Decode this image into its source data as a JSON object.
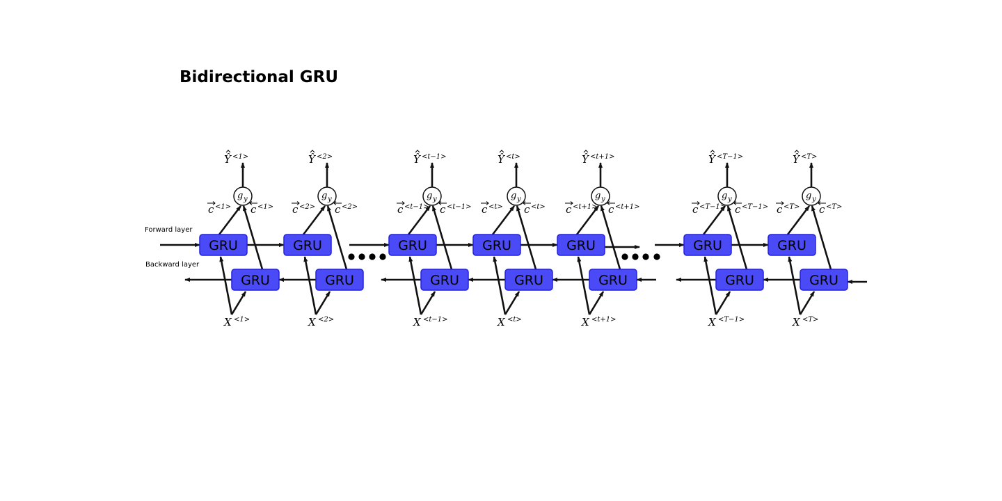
{
  "title": "Bidirectional GRU",
  "forward_layer_label": "Forward layer",
  "backward_layer_label": "Backward layer",
  "cell_label": "GRU",
  "output_function": {
    "base": "g",
    "sub": "y"
  },
  "colors": {
    "cell_fill": "#4a4af6",
    "cell_stroke": "#2222dd",
    "line": "#111111"
  },
  "steps": [
    {
      "output": "Ŷ",
      "output_sup": "<1>",
      "fwd": "c",
      "fwd_sup": "<1>",
      "bwd": "c",
      "bwd_sup": "<1>",
      "input": "X",
      "input_sup": "<1>"
    },
    {
      "output": "Ŷ",
      "output_sup": "<2>",
      "fwd": "c",
      "fwd_sup": "<2>",
      "bwd": "c",
      "bwd_sup": "<2>",
      "input": "X",
      "input_sup": "<2>"
    },
    {
      "output": "Ŷ",
      "output_sup": "<t−1>",
      "fwd": "c",
      "fwd_sup": "<t−1>",
      "bwd": "c",
      "bwd_sup": "<t−1>",
      "input": "X",
      "input_sup": "<t−1>"
    },
    {
      "output": "Ŷ",
      "output_sup": "<t>",
      "fwd": "c",
      "fwd_sup": "<t>",
      "bwd": "c",
      "bwd_sup": "<t>",
      "input": "X",
      "input_sup": "<t>"
    },
    {
      "output": "Ŷ",
      "output_sup": "<t+1>",
      "fwd": "c",
      "fwd_sup": "<t+1>",
      "bwd": "c",
      "bwd_sup": "<t+1>",
      "input": "X",
      "input_sup": "<t+1>"
    },
    {
      "output": "Ŷ",
      "output_sup": "<T−1>",
      "fwd": "c",
      "fwd_sup": "<T−1>",
      "bwd": "c",
      "bwd_sup": "<T−1>",
      "input": "X",
      "input_sup": "<T−1>"
    },
    {
      "output": "Ŷ",
      "output_sup": "<T>",
      "fwd": "c",
      "fwd_sup": "<T>",
      "bwd": "c",
      "bwd_sup": "<T>",
      "input": "X",
      "input_sup": "<T>"
    }
  ]
}
